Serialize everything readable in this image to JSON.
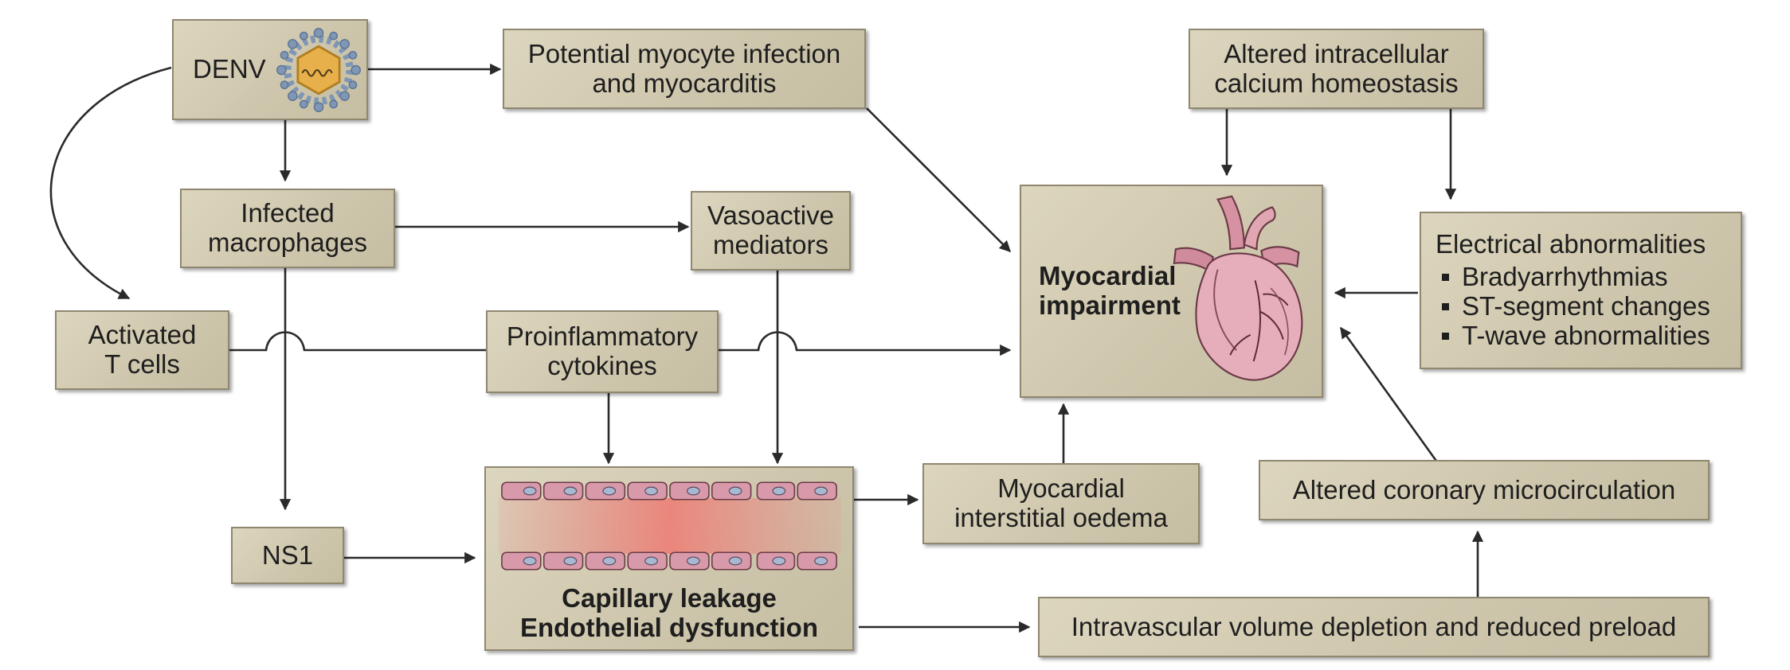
{
  "boxes": {
    "denv": "DENV",
    "myocyte": [
      "Potential myocyte infection",
      "and myocarditis"
    ],
    "calcium": [
      "Altered intracellular",
      "calcium homeostasis"
    ],
    "macrophages": [
      "Infected",
      "macrophages"
    ],
    "vasoactive": [
      "Vasoactive",
      "mediators"
    ],
    "tcells": [
      "Activated",
      "T cells"
    ],
    "cytokines": [
      "Proinflammatory",
      "cytokines"
    ],
    "myocardial": [
      "Myocardial",
      "impairment"
    ],
    "electrical": {
      "title": "Electrical abnormalities",
      "items": [
        "Bradyarrhythmias",
        "ST-segment changes",
        "T-wave abnormalities"
      ]
    },
    "ns1": "NS1",
    "capillary": [
      "Capillary leakage",
      "Endothelial dysfunction"
    ],
    "oedema": [
      "Myocardial",
      "interstitial oedema"
    ],
    "coronary": "Altered coronary microcirculation",
    "volume": "Intravascular volume depletion and reduced preload"
  },
  "icons": {
    "virus": "virus-icon",
    "heart": "heart-illustration",
    "capillary": "capillary-vessel-illustration"
  },
  "colors": {
    "box_fill": "#d3ccb3",
    "box_border": "#8f876f",
    "arrow": "#2a2a2a",
    "heart": "#e0a7b3",
    "virus_core": "#e8b04a",
    "virus_shell": "#7f97b5",
    "cell": "#d89aaa",
    "leak": "#e98080"
  }
}
